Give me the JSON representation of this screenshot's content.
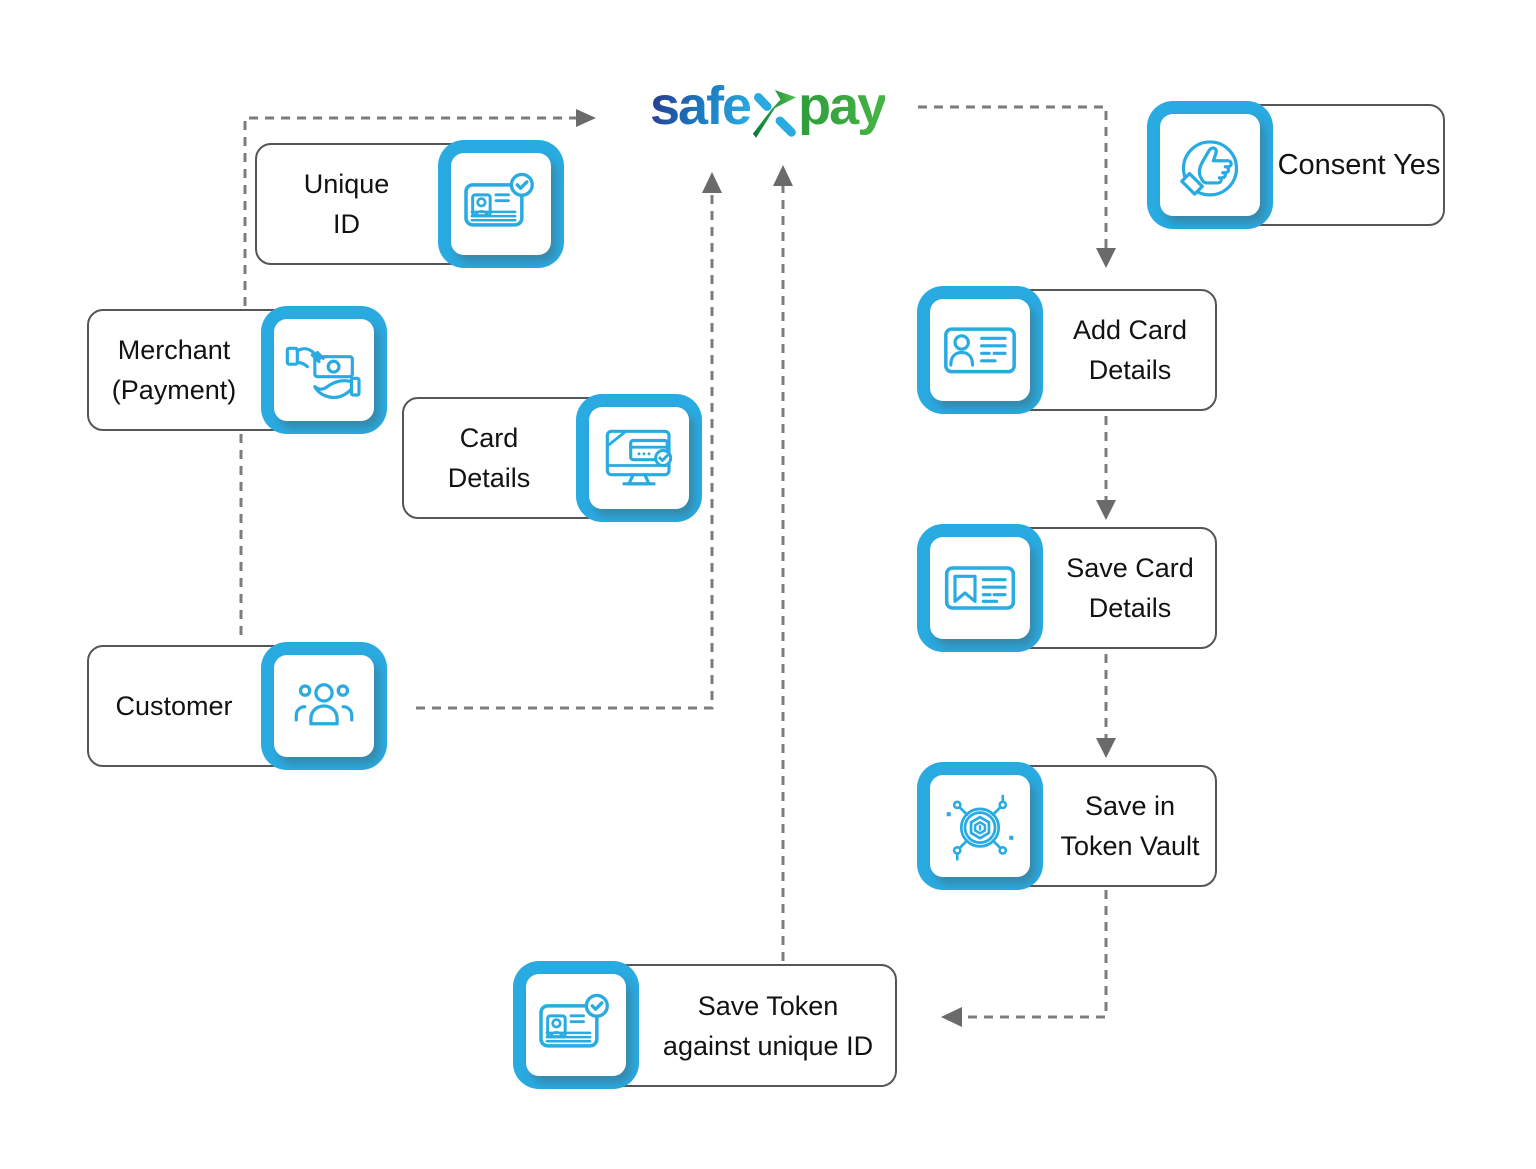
{
  "logo": {
    "safe": "safe",
    "x": "x",
    "pay": "pay"
  },
  "colors": {
    "accent_blue": "#29ABE2",
    "logo_blue_dark": "#2B3990",
    "logo_green": "#3AA63C",
    "box_border_gray": "#55565A",
    "arrow_gray": "#7C7C7C",
    "arrowhead_gray": "#6A6A6A",
    "text_black": "#121212"
  },
  "nodes": {
    "unique_id": {
      "line1": "Unique",
      "line2": "ID",
      "icon": "id-card-check-icon"
    },
    "merchant": {
      "line1": "Merchant",
      "line2": "(Payment)",
      "icon": "hand-money-icon"
    },
    "card_details": {
      "line1": "Card",
      "line2": "Details",
      "icon": "monitor-card-icon"
    },
    "customer": {
      "line1": "Customer",
      "line2": "",
      "icon": "people-group-icon"
    },
    "consent": {
      "line1": "Consent Yes",
      "line2": "",
      "icon": "thumbs-up-icon"
    },
    "add_card": {
      "line1": "Add Card",
      "line2": "Details",
      "icon": "id-card-icon"
    },
    "save_card": {
      "line1": "Save Card",
      "line2": "Details",
      "icon": "bookmark-card-icon"
    },
    "token_vault": {
      "line1": "Save in",
      "line2": "Token Vault",
      "icon": "token-vault-icon"
    },
    "save_token": {
      "line1": "Save Token",
      "line2": "against unique ID",
      "icon": "id-card-check-icon"
    }
  },
  "edges": [
    {
      "from": "merchant",
      "to": "safexpay-logo"
    },
    {
      "from": "merchant",
      "to": "customer"
    },
    {
      "from": "customer",
      "to": "safexpay-logo"
    },
    {
      "from": "save_token",
      "to": "safexpay-logo"
    },
    {
      "from": "safexpay-logo",
      "to": "add_card"
    },
    {
      "from": "add_card",
      "to": "save_card"
    },
    {
      "from": "save_card",
      "to": "token_vault"
    },
    {
      "from": "token_vault",
      "to": "save_token"
    }
  ]
}
